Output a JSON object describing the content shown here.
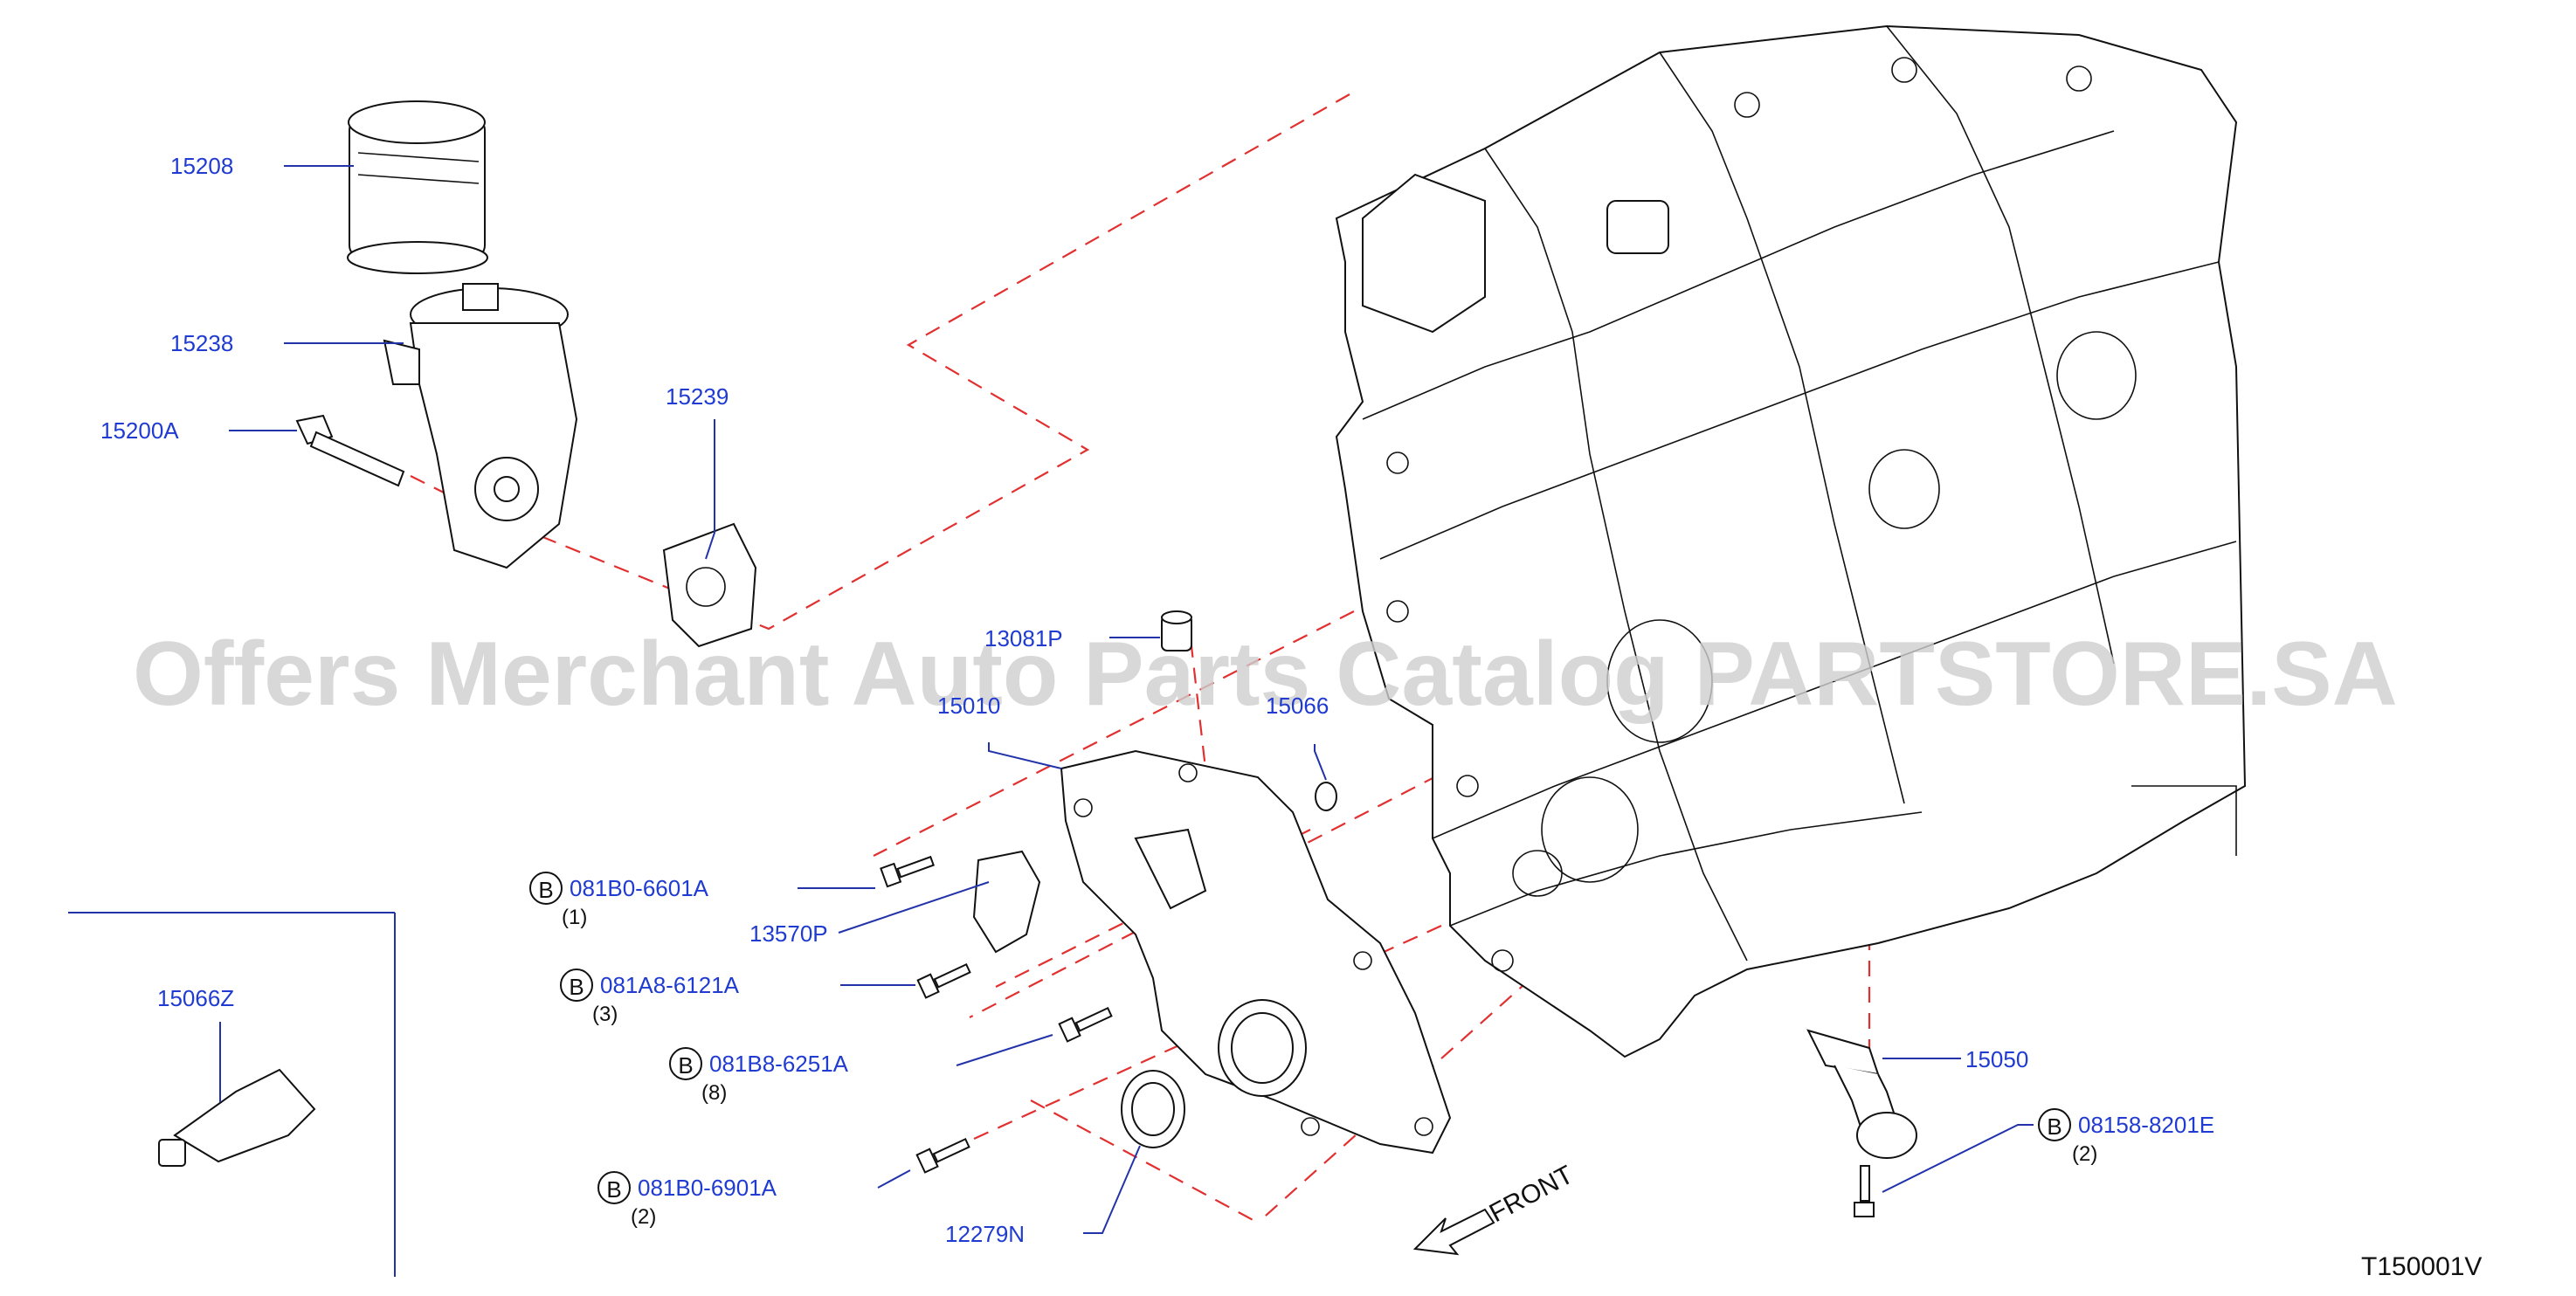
{
  "watermark": "Offers Merchant Auto Parts Catalog PARTSTORE.SA",
  "diagram_code": "T150001V",
  "front_label": "FRONT",
  "bolt_symbol": "B",
  "parts": {
    "p15208": "15208",
    "p15238": "15238",
    "p15200A": "15200A",
    "p15239": "15239",
    "p13081P": "13081P",
    "p15010": "15010",
    "p15066": "15066",
    "p13570P": "13570P",
    "p15066Z": "15066Z",
    "p15050": "15050",
    "p12279N": "12279N"
  },
  "bolts": [
    {
      "code": "081B0-6601A",
      "qty": "(1)"
    },
    {
      "code": "081A8-6121A",
      "qty": "(3)"
    },
    {
      "code": "081B8-6251A",
      "qty": "(8)"
    },
    {
      "code": "081B0-6901A",
      "qty": "(2)"
    },
    {
      "code": "08158-8201E",
      "qty": "(2)"
    }
  ]
}
